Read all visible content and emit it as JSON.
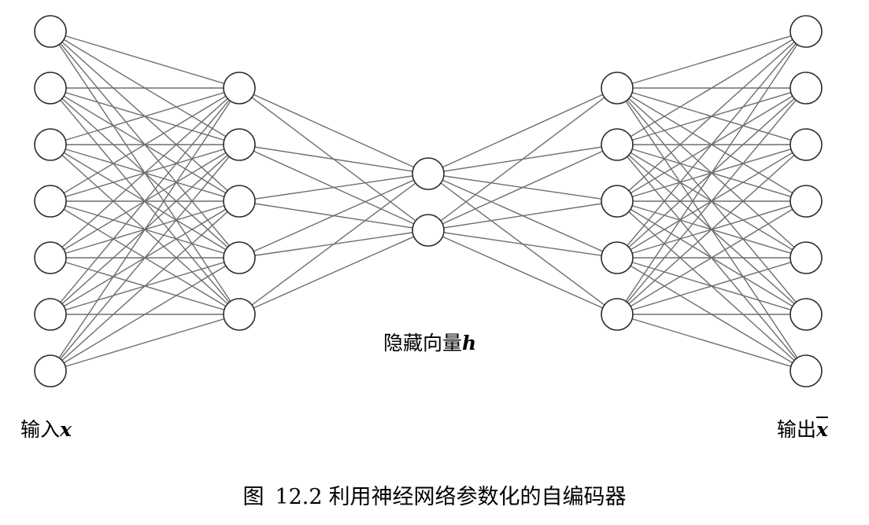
{
  "labels": {
    "input_text": "输入",
    "input_var": "x",
    "hidden_text": "隐藏向量",
    "hidden_var": "h",
    "output_text": "输出",
    "output_var": "x"
  },
  "caption": {
    "prefix": "图",
    "number": "12.2",
    "title": "利用神经网络参数化的自编码器"
  },
  "network": {
    "layer_sizes": [
      7,
      5,
      2,
      5,
      7
    ],
    "connectivity": "fully-connected"
  },
  "colors": {
    "edge": "#6e6e6e",
    "node_stroke": "#2a2a2a",
    "node_fill": "#ffffff"
  }
}
